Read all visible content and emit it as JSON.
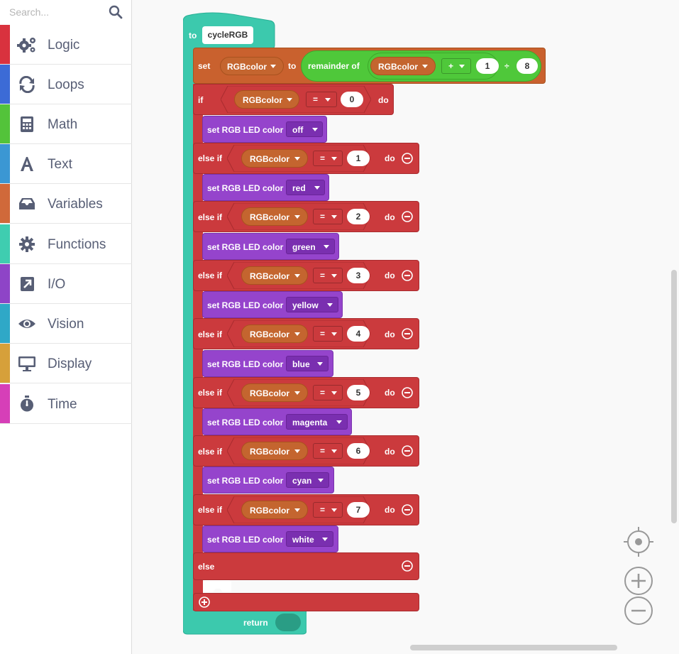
{
  "sidebar": {
    "search_placeholder": "Search...",
    "categories": [
      {
        "label": "Logic",
        "color": "#d9323e",
        "icon": "gears-icon"
      },
      {
        "label": "Loops",
        "color": "#3c6bd6",
        "icon": "loop-arrows-icon"
      },
      {
        "label": "Math",
        "color": "#53c33a",
        "icon": "calculator-icon"
      },
      {
        "label": "Text",
        "color": "#3b97d3",
        "icon": "letter-a-icon"
      },
      {
        "label": "Variables",
        "color": "#d0693a",
        "icon": "inbox-icon"
      },
      {
        "label": "Functions",
        "color": "#3fcdb0",
        "icon": "gear-icon"
      },
      {
        "label": "I/O",
        "color": "#8e44c7",
        "icon": "external-link-icon"
      },
      {
        "label": "Vision",
        "color": "#2fa8c7",
        "icon": "eye-icon"
      },
      {
        "label": "Display",
        "color": "#d6a03a",
        "icon": "monitor-icon"
      },
      {
        "label": "Time",
        "color": "#d63fb8",
        "icon": "stopwatch-icon"
      }
    ]
  },
  "colors": {
    "function": "#3cc9ad",
    "variables": "#c9612e",
    "math": "#4fc83a",
    "logic": "#cb3a3d",
    "io": "#9544cc"
  },
  "program": {
    "to_kw": "to",
    "function_name": "cycleRGB",
    "set_kw": "set",
    "variable": "RGBcolor",
    "to2": "to",
    "remainder_kw": "remainder of",
    "plus_op": "+",
    "increment": "1",
    "divide_sym": "÷",
    "divisor": "8",
    "if_kw": "if",
    "else_if_kw": "else if",
    "do_kw": "do",
    "else_kw": "else",
    "eq_op": "=",
    "led_label": "set RGB LED color",
    "branches": [
      {
        "value": "0",
        "color": "off"
      },
      {
        "value": "1",
        "color": "red"
      },
      {
        "value": "2",
        "color": "green"
      },
      {
        "value": "3",
        "color": "yellow"
      },
      {
        "value": "4",
        "color": "blue"
      },
      {
        "value": "5",
        "color": "magenta"
      },
      {
        "value": "6",
        "color": "cyan"
      },
      {
        "value": "7",
        "color": "white"
      }
    ],
    "return_kw": "return"
  }
}
